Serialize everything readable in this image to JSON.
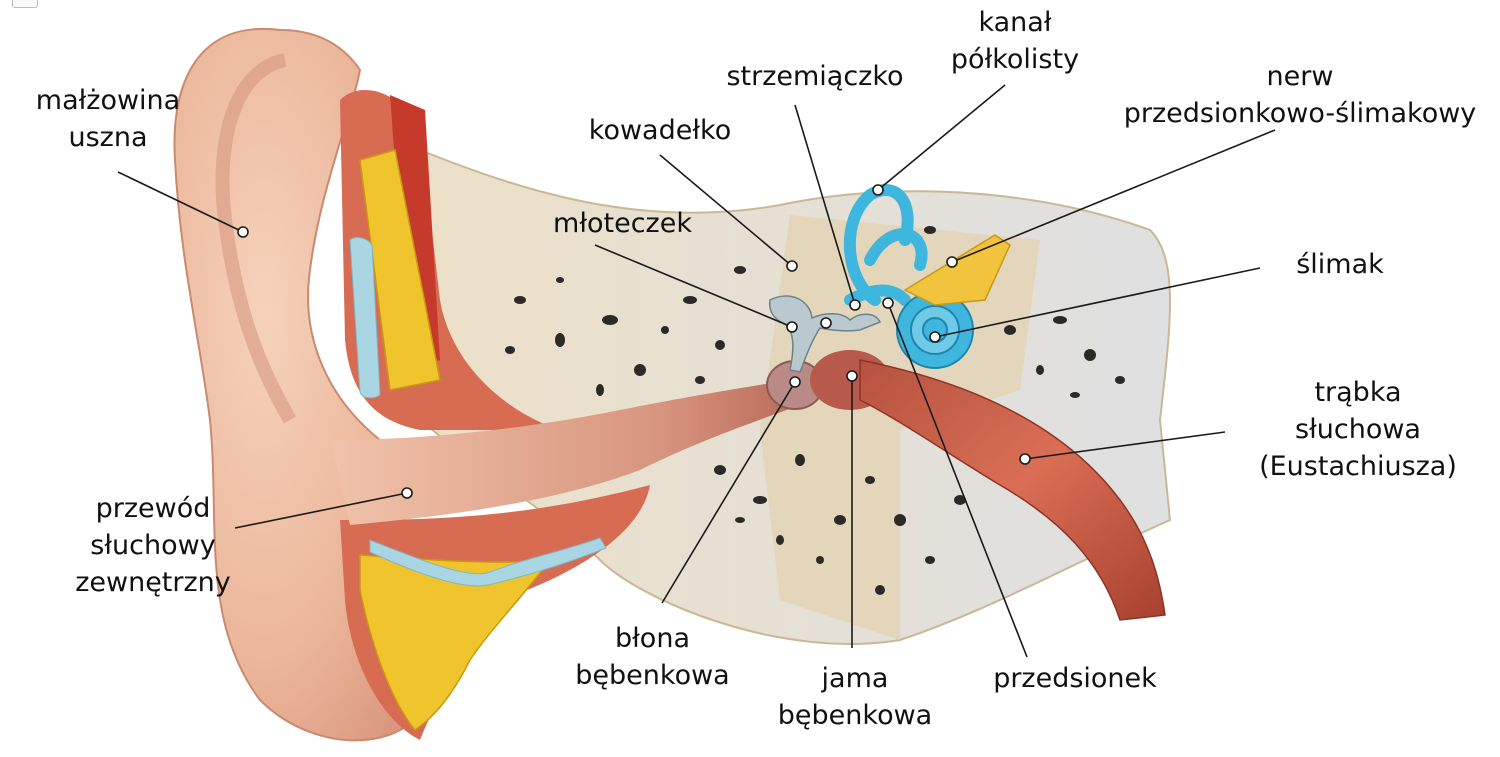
{
  "labels": {
    "malzowina": [
      "małżowina",
      "uszna"
    ],
    "kowadelko": [
      "kowadełko"
    ],
    "strzemiaczko": [
      "strzemiączko"
    ],
    "kanal": [
      "kanał",
      "półkolisty"
    ],
    "nerw": [
      "nerw",
      "przedsionkowo-ślimakowy"
    ],
    "mloteczek": [
      "młoteczek"
    ],
    "slimak": [
      "ślimak"
    ],
    "trabka": [
      "trąbka",
      "słuchowa",
      "(Eustachiusza)"
    ],
    "przewod": [
      "przewód",
      "słuchowy",
      "zewnętrzny"
    ],
    "blona": [
      "błona",
      "bębenkowa"
    ],
    "jama": [
      "jama",
      "bębenkowa"
    ],
    "przedsionek": [
      "przedsionek"
    ]
  },
  "colors": {
    "skin": "#eab79a",
    "bone": "#ecdcc0",
    "fat": "#f0c42c",
    "cartilage": "#a9d6e2",
    "muscle": "#cc4b3a",
    "canal": "#d99a86",
    "inner_ear": "#3fb6de",
    "nerve": "#f2c33c",
    "leader": "#1a1a1a"
  }
}
